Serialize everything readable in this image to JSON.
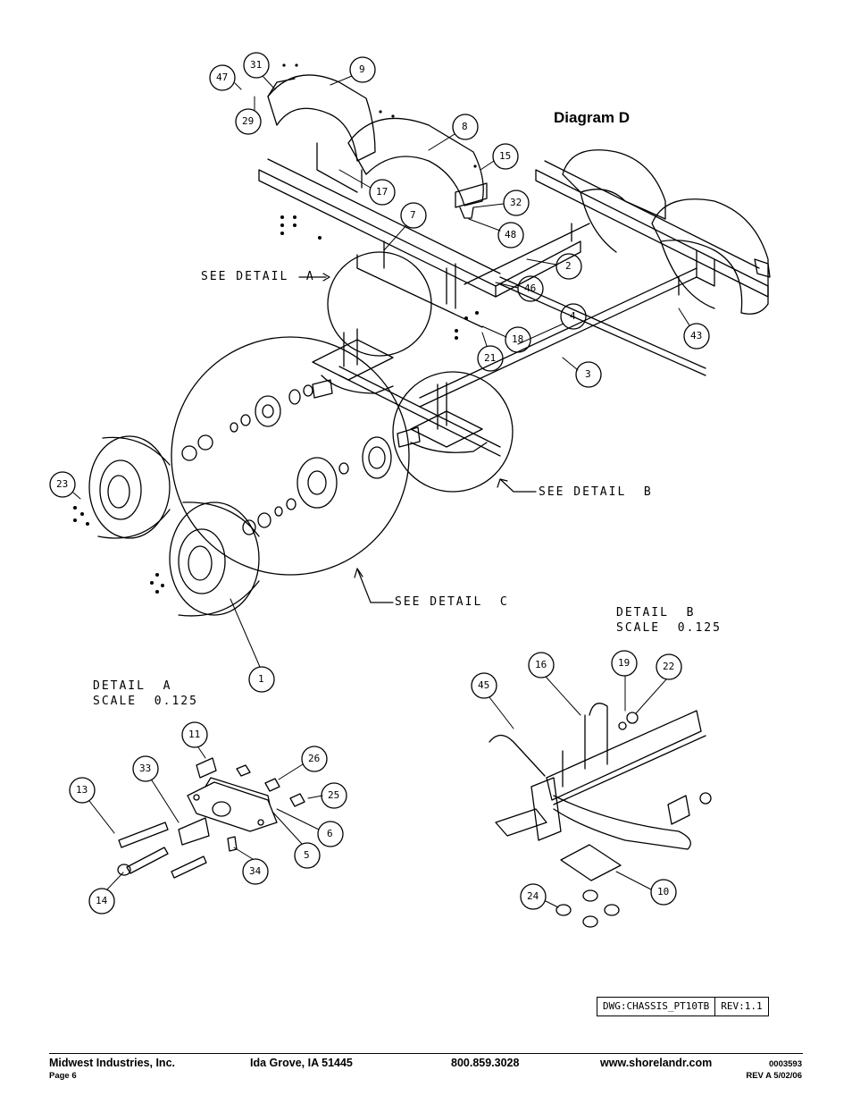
{
  "title": "Diagram D",
  "callouts": {
    "c1": "1",
    "c2": "2",
    "c3": "3",
    "c4": "4",
    "c5": "5",
    "c6": "6",
    "c7": "7",
    "c8": "8",
    "c9": "9",
    "c10": "10",
    "c11": "11",
    "c13": "13",
    "c14": "14",
    "c15": "15",
    "c16": "16",
    "c17": "17",
    "c18": "18",
    "c19": "19",
    "c21": "21",
    "c22": "22",
    "c23": "23",
    "c24": "24",
    "c25": "25",
    "c26": "26",
    "c29": "29",
    "c31": "31",
    "c32": "32",
    "c33": "33",
    "c34": "34",
    "c43": "43",
    "c45": "45",
    "c46": "46",
    "c47": "47",
    "c48": "48"
  },
  "labels": {
    "see_detail_a": "SEE DETAIL  A",
    "see_detail_b": "SEE DETAIL  B",
    "see_detail_c": "SEE DETAIL  C",
    "detail_a_title": "DETAIL  A",
    "detail_a_scale": "SCALE  0.125",
    "detail_b_title": "DETAIL  B",
    "detail_b_scale": "SCALE  0.125"
  },
  "drawing_block": {
    "dwg": "DWG:CHASSIS_PT10TB",
    "rev": "REV:1.1"
  },
  "footer": {
    "company": "Midwest Industries, Inc.",
    "page": "Page 6",
    "location": "Ida Grove, IA  51445",
    "phone": "800.859.3028",
    "website": "www.shorelandr.com",
    "doc_number": "0003593",
    "revision": "REV A  5/02/06"
  }
}
